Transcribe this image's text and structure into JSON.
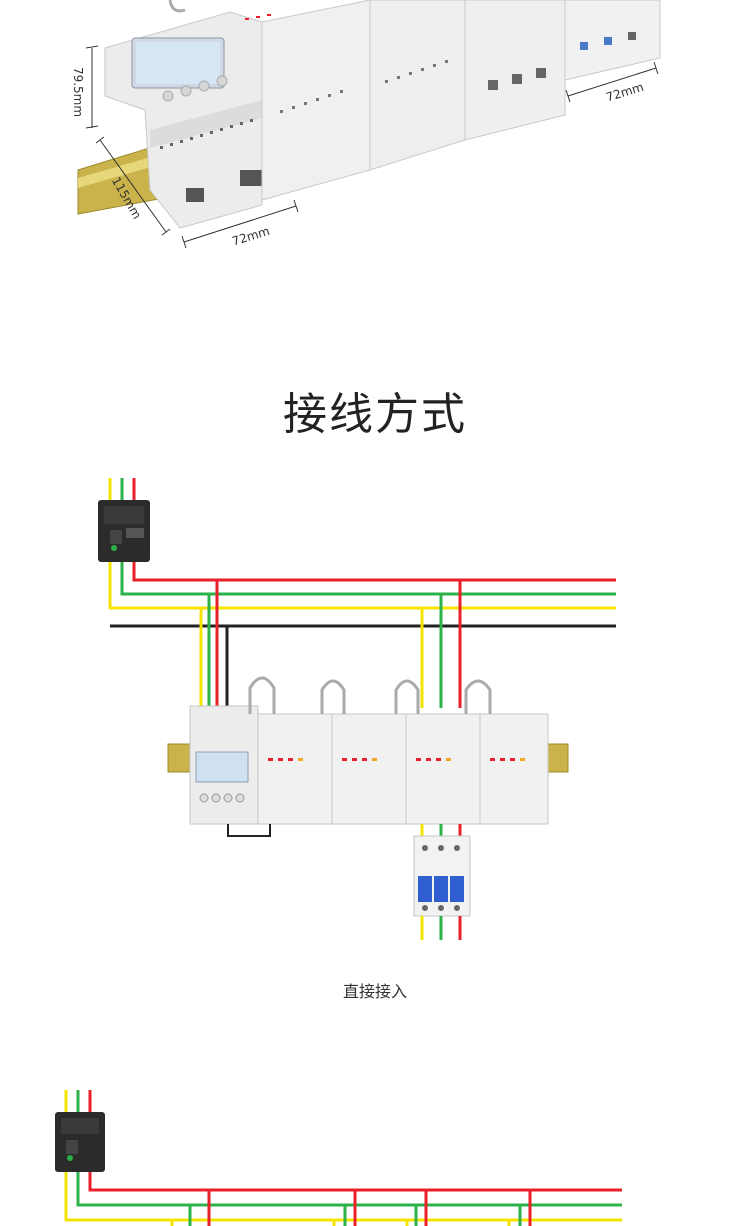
{
  "dimensions": {
    "height_label": "79.5mm",
    "depth_label": "115mm",
    "width_label_front": "72mm",
    "width_label_top": "72mm"
  },
  "section_title": "接线方式",
  "wiring_caption": "直接接入",
  "wire_colors": {
    "yellow": "#f5e400",
    "green": "#2db14a",
    "red": "#e8202a",
    "black": "#222222"
  },
  "icons": [
    "molded-case-breaker-icon",
    "miniature-breaker-icon",
    "din-rail-meter-icon"
  ]
}
